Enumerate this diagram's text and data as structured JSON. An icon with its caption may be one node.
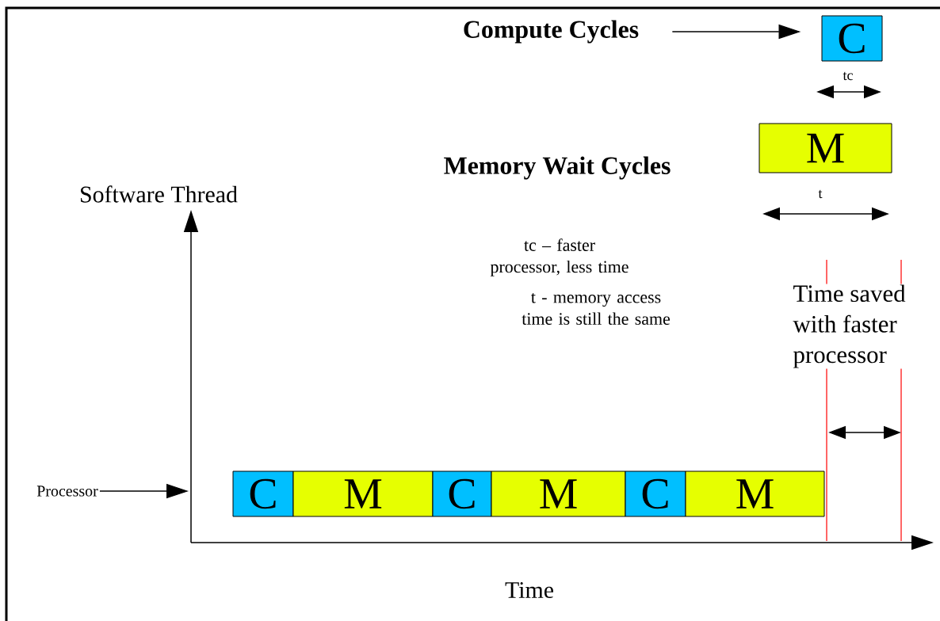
{
  "diagram": {
    "nodes": [
      {
        "text": [
          "Compute Cycles"
        ]
      },
      {
        "text": [
          "C"
        ],
        "beside": [
          "tc"
        ]
      },
      {
        "text": [
          "M"
        ],
        "beside": [
          "t"
        ]
      },
      {
        "text": [
          "Processor"
        ]
      },
      {
        "text": [
          "C"
        ]
      },
      {
        "text": [
          "M"
        ]
      },
      {
        "text": [
          "C"
        ]
      },
      {
        "text": [
          "M"
        ]
      },
      {
        "text": [
          "C"
        ]
      },
      {
        "text": [
          "M"
        ]
      },
      {
        "text": [],
        "shape": "line",
        "beside": [
          "Software Thread"
        ]
      }
    ],
    "edges": [
      {
        "from": 0,
        "to": 1,
        "arrow": "to"
      },
      {
        "from": 3,
        "to": 10,
        "arrow": "to"
      }
    ],
    "labels": [
      "Memory Wait Cycles",
      "tc – faster processor, less time",
      "t  -  memory access time is still the same",
      "Time saved with faster processor",
      "Time"
    ]
  }
}
